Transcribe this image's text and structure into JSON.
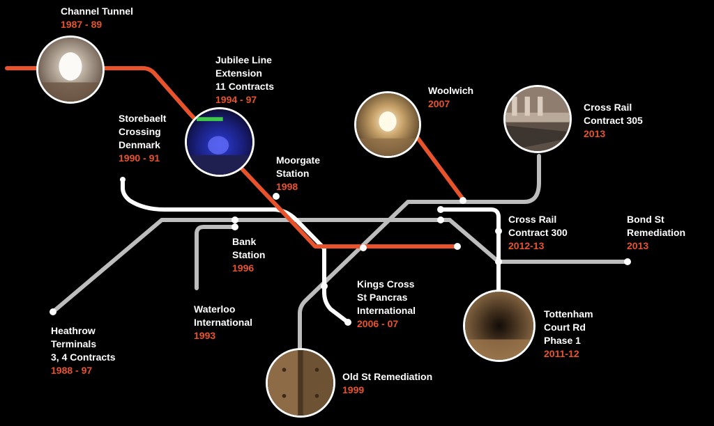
{
  "colors": {
    "background": "#000000",
    "orange_line": "#e8532c",
    "white_line": "#ffffff",
    "grey_line": "#bdbdbd",
    "year_text": "#e8532c",
    "title_text": "#ffffff"
  },
  "projects": [
    {
      "id": "channel-tunnel",
      "lines": [
        "Channel Tunnel"
      ],
      "years": "1987 - 89",
      "photo": "tunnel-photo"
    },
    {
      "id": "jubilee-line",
      "lines": [
        "Jubilee Line",
        "Extension",
        "11 Contracts"
      ],
      "years": "1994 - 97",
      "photo": "station-photo"
    },
    {
      "id": "storebaelt",
      "lines": [
        "Storebaelt",
        "Crossing",
        "Denmark"
      ],
      "years": "1990 - 91"
    },
    {
      "id": "moorgate",
      "lines": [
        "Moorgate",
        "Station"
      ],
      "years": "1998"
    },
    {
      "id": "woolwich",
      "lines": [
        "Woolwich"
      ],
      "years": "2007",
      "photo": "tunnel-photo"
    },
    {
      "id": "crossrail-305",
      "lines": [
        "Cross Rail",
        "Contract 305"
      ],
      "years": "2013",
      "photo": "platform-photo"
    },
    {
      "id": "crossrail-300",
      "lines": [
        "Cross Rail",
        "Contract 300"
      ],
      "years": "2012-13"
    },
    {
      "id": "bond-st",
      "lines": [
        "Bond St",
        "Remediation"
      ],
      "years": "2013"
    },
    {
      "id": "bank",
      "lines": [
        "Bank",
        "Station"
      ],
      "years": "1996"
    },
    {
      "id": "kings-cross",
      "lines": [
        "Kings Cross",
        "St Pancras",
        "International"
      ],
      "years": "2006 - 07"
    },
    {
      "id": "waterloo",
      "lines": [
        "Waterloo",
        "International"
      ],
      "years": "1993"
    },
    {
      "id": "heathrow",
      "lines": [
        "Heathrow",
        "Terminals",
        "3, 4 Contracts"
      ],
      "years": "1988 - 97"
    },
    {
      "id": "tottenham",
      "lines": [
        "Tottenham",
        "Court Rd",
        "Phase 1"
      ],
      "years": "2011-12",
      "photo": "tunnel-photo"
    },
    {
      "id": "old-st",
      "lines": [
        "Old St Remediation"
      ],
      "years": "1999",
      "photo": "steel-panel-photo"
    }
  ]
}
